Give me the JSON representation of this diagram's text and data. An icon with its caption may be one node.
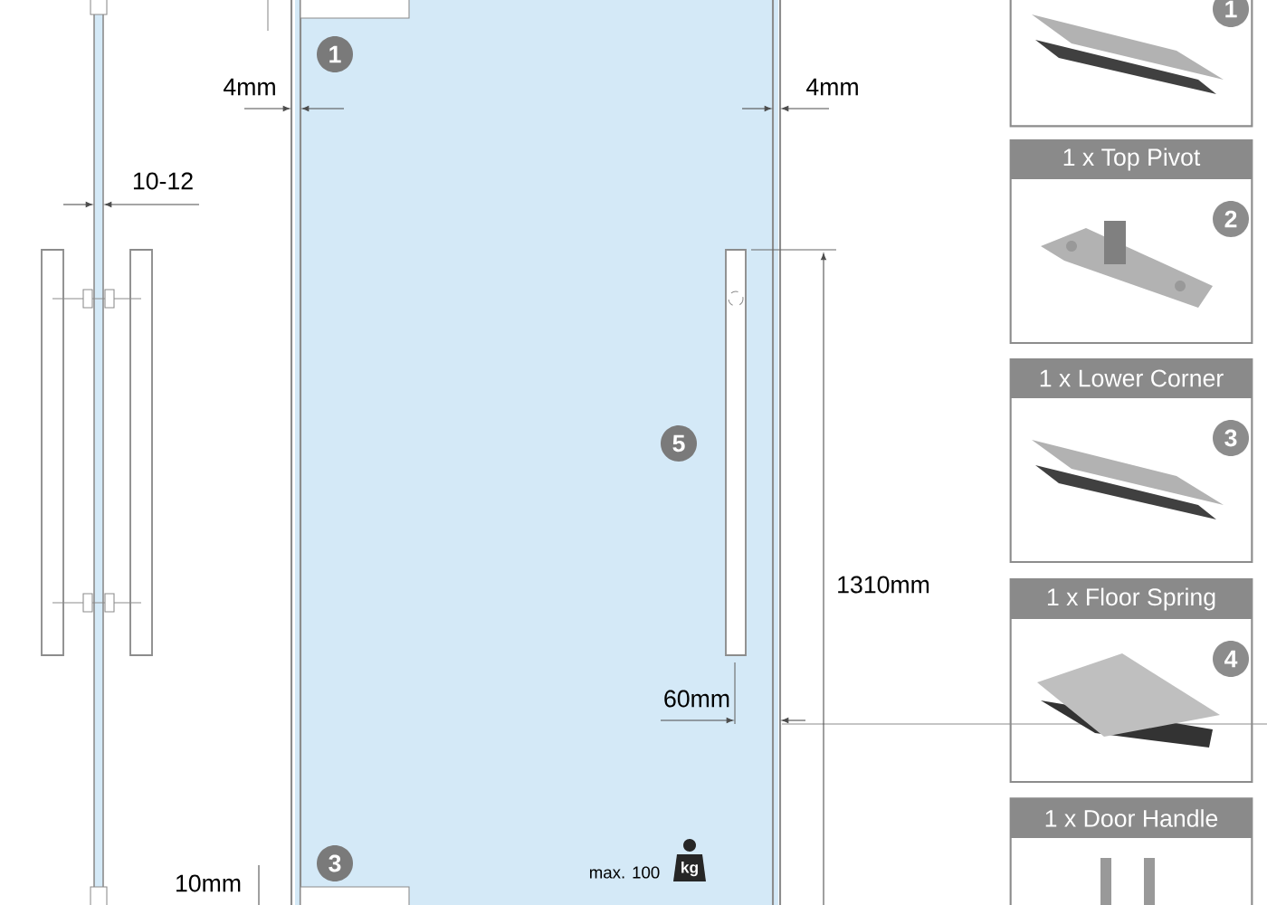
{
  "diagram": {
    "nodes": [
      {
        "text": [
          "1"
        ]
      },
      {
        "text": [
          "1 x Top Pivot",
          "2"
        ]
      },
      {
        "text": [
          "1 x Lower Corner",
          "3"
        ]
      },
      {
        "text": [
          "1 x Floor Spring",
          "4"
        ]
      },
      {
        "text": [
          "1 x Door Handle"
        ]
      }
    ],
    "labels": [
      "1",
      "4mm",
      "4mm",
      "10-12",
      "5",
      "1310mm",
      "60mm",
      "3",
      "10mm",
      "max. 100",
      "kg"
    ]
  }
}
